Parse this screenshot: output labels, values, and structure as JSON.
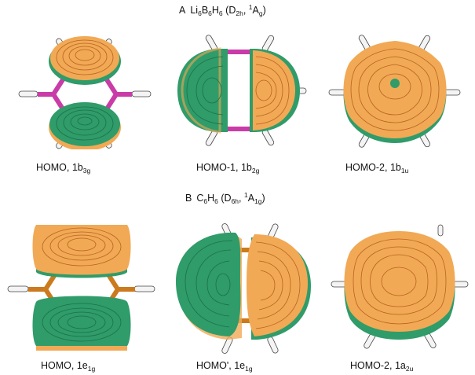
{
  "section_a": {
    "letter": "A",
    "molecule": {
      "el1": "Li",
      "n1": "6",
      "el2": "B",
      "n2": "6",
      "el3": "H",
      "n3": "6"
    },
    "symmetry": {
      "group": "D",
      "group_sub": "2h",
      "mult": "1",
      "term": "A",
      "term_sub": "g"
    }
  },
  "section_b": {
    "letter": "B",
    "molecule": {
      "el1": "C",
      "n1": "6",
      "el2": "H",
      "n2": "6"
    },
    "symmetry": {
      "group": "D",
      "group_sub": "6h",
      "mult": "1",
      "term": "A",
      "term_sub": "1g"
    }
  },
  "orbitals_a": [
    {
      "name": "HOMO,",
      "sym": "1b",
      "sub": "3g"
    },
    {
      "name": "HOMO-1,",
      "sym": "1b",
      "sub": "2g"
    },
    {
      "name": "HOMO-2,",
      "sym": "1b",
      "sub": "1u"
    }
  ],
  "orbitals_b": [
    {
      "name": "HOMO,",
      "sym": "1e",
      "sub": "1g"
    },
    {
      "name": "HOMO',",
      "sym": "1e",
      "sub": "1g"
    },
    {
      "name": "HOMO-2,",
      "sym": "1a",
      "sub": "2u"
    }
  ],
  "colors": {
    "orange_lobe": "#f1a955",
    "green_lobe": "#2f9c6a",
    "contour_orange": "#b8621f",
    "contour_green": "#1d6f48",
    "bond_a": "#c93ca8",
    "bond_b": "#cc7a1e",
    "hydrogen": "#f4f4f4"
  }
}
